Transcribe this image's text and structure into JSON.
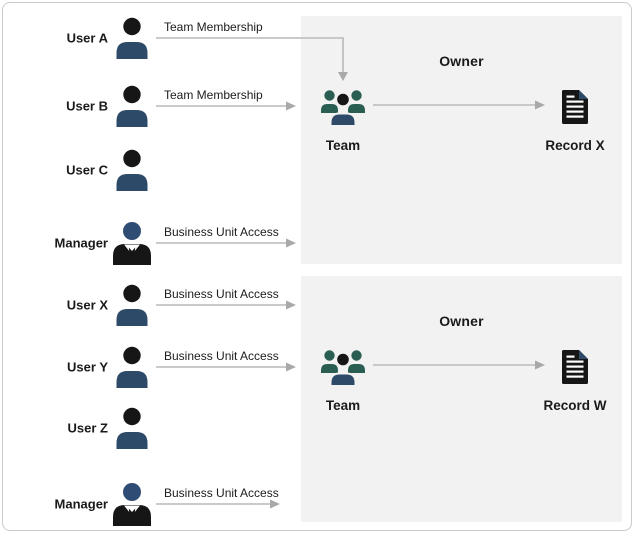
{
  "diagram": {
    "rows": [
      {
        "label": "User A",
        "icon": "user",
        "relationship": "Team Membership"
      },
      {
        "label": "User B",
        "icon": "user",
        "relationship": "Team Membership"
      },
      {
        "label": "User C",
        "icon": "user",
        "relationship": ""
      },
      {
        "label": "Manager",
        "icon": "manager",
        "relationship": "Business Unit Access"
      },
      {
        "label": "User X",
        "icon": "user",
        "relationship": "Business Unit Access"
      },
      {
        "label": "User Y",
        "icon": "user",
        "relationship": "Business Unit Access"
      },
      {
        "label": "User Z",
        "icon": "user",
        "relationship": ""
      },
      {
        "label": "Manager",
        "icon": "manager",
        "relationship": "Business Unit Access"
      }
    ],
    "groups": [
      {
        "title": "Owner",
        "team_label": "Team",
        "record_label": "Record X"
      },
      {
        "title": "Owner",
        "team_label": "Team",
        "record_label": "Record W"
      }
    ],
    "colors": {
      "person_body_navy": "#2e4a69",
      "manager_head_navy": "#2f4d74",
      "team_side_teal": "#2b5e53",
      "icon_black": "#161616",
      "box_background": "#f2f2f2",
      "arrow_gray": "#b9b9b9",
      "text": "#1a1a1a"
    }
  }
}
